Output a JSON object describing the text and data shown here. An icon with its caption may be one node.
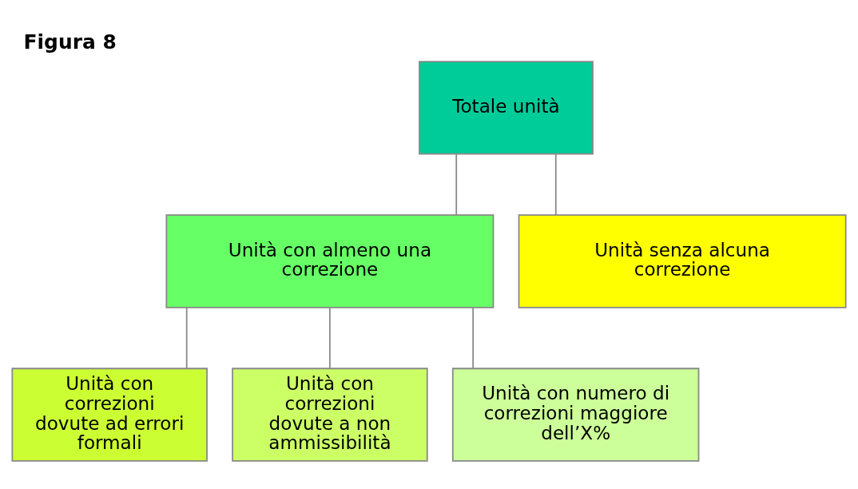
{
  "diagram": {
    "title": "Figura 8",
    "nodes": [
      {
        "text": [
          "Totale unità"
        ]
      },
      {
        "text": [
          "Unità con almeno una correzione"
        ]
      },
      {
        "text": [
          "Unità senza alcuna correzione"
        ]
      },
      {
        "text": [
          "Unità con correzioni dovute ad errori formali"
        ]
      },
      {
        "text": [
          "Unità con correzioni dovute a non ammissibilità"
        ]
      },
      {
        "text": [
          "Unità con numero di correzioni maggiore dell’X%"
        ]
      }
    ],
    "edges": [
      {
        "from": 0,
        "to": 1,
        "arrow": "none"
      },
      {
        "from": 0,
        "to": 2,
        "arrow": "none"
      },
      {
        "from": 1,
        "to": 3,
        "arrow": "none"
      },
      {
        "from": 1,
        "to": 4,
        "arrow": "none"
      },
      {
        "from": 1,
        "to": 5,
        "arrow": "none"
      }
    ]
  }
}
